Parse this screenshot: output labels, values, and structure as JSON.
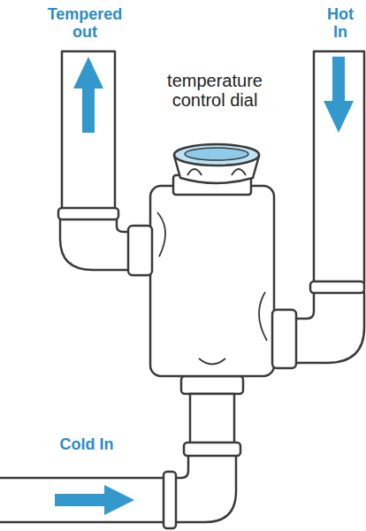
{
  "diagram": {
    "labels": [
      "Tempered out",
      "Hot In",
      "temperature control dial",
      "Cold In"
    ]
  }
}
